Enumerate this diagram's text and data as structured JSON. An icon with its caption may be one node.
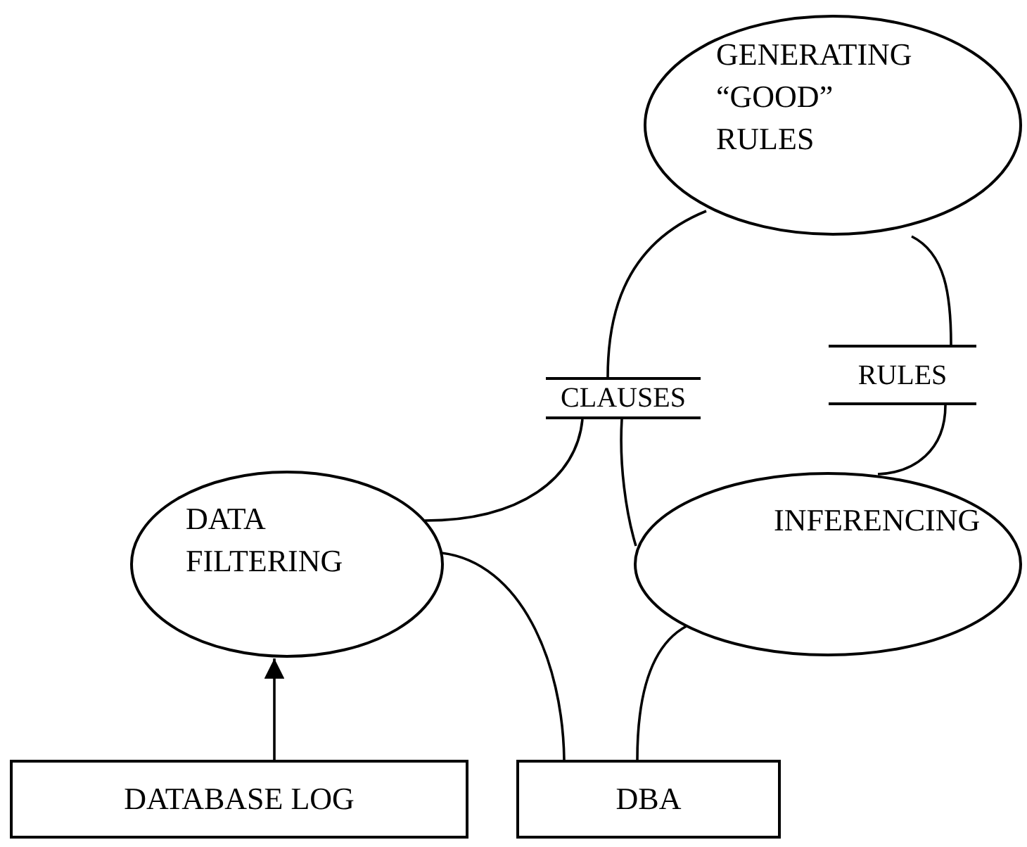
{
  "diagram": {
    "nodes": [
      {
        "text": [
          "GENERATING “GOOD” RULES"
        ]
      },
      {
        "text": [
          "CLAUSES"
        ]
      },
      {
        "text": [
          "RULES"
        ]
      },
      {
        "text": [
          "DATA FILTERING"
        ]
      },
      {
        "text": [
          "INFERENCING"
        ]
      },
      {
        "text": [
          "DATABASE LOG"
        ]
      },
      {
        "text": [
          "DBA"
        ]
      }
    ],
    "edges": [
      {
        "from": 0,
        "to": 1,
        "arrow": "none"
      },
      {
        "from": 0,
        "to": 2,
        "arrow": "none"
      },
      {
        "from": 2,
        "to": 4,
        "arrow": "none"
      },
      {
        "from": 1,
        "to": 3,
        "arrow": "none"
      },
      {
        "from": 1,
        "to": 4,
        "arrow": "none"
      },
      {
        "from": 3,
        "to": 6,
        "arrow": "none"
      },
      {
        "from": 4,
        "to": 6,
        "arrow": "none"
      },
      {
        "from": 5,
        "to": 3,
        "arrow": "to"
      }
    ]
  }
}
